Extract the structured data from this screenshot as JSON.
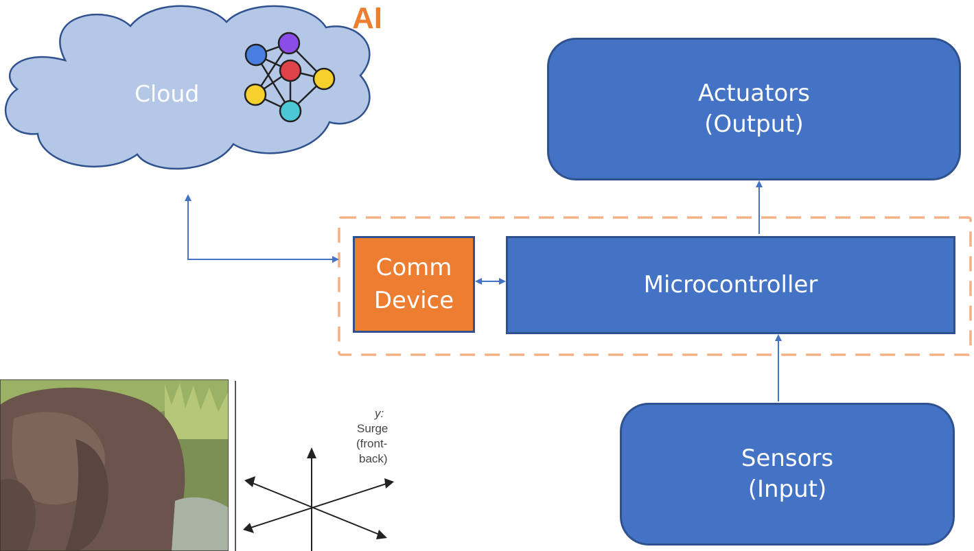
{
  "cloud": {
    "label": "Cloud",
    "ai_label": "AI"
  },
  "blocks": {
    "actuators": "Actuators\n(Output)",
    "sensors": "Sensors\n(Input)",
    "microcontroller": "Microcontroller",
    "comm_device": "Comm\nDevice"
  },
  "photo": {
    "subject": "elephant",
    "axis_y_letter": "y:",
    "axis_y_label": "Surge",
    "axis_y_desc_1": "(front-",
    "axis_y_desc_2": "back)"
  },
  "colors": {
    "block_fill": "#4472c4",
    "block_border": "#2f528f",
    "comm_fill": "#ed7d31",
    "cloud_fill": "#b4c7e7",
    "dashed_group": "#f4b183",
    "arrow": "#4472c4",
    "ai_text": "#ed7d31",
    "node_blue": "#4a7fe0",
    "node_purple": "#8a4de8",
    "node_red": "#e0424a",
    "node_yellow": "#f6d12e",
    "node_cyan": "#4bc7d6"
  }
}
